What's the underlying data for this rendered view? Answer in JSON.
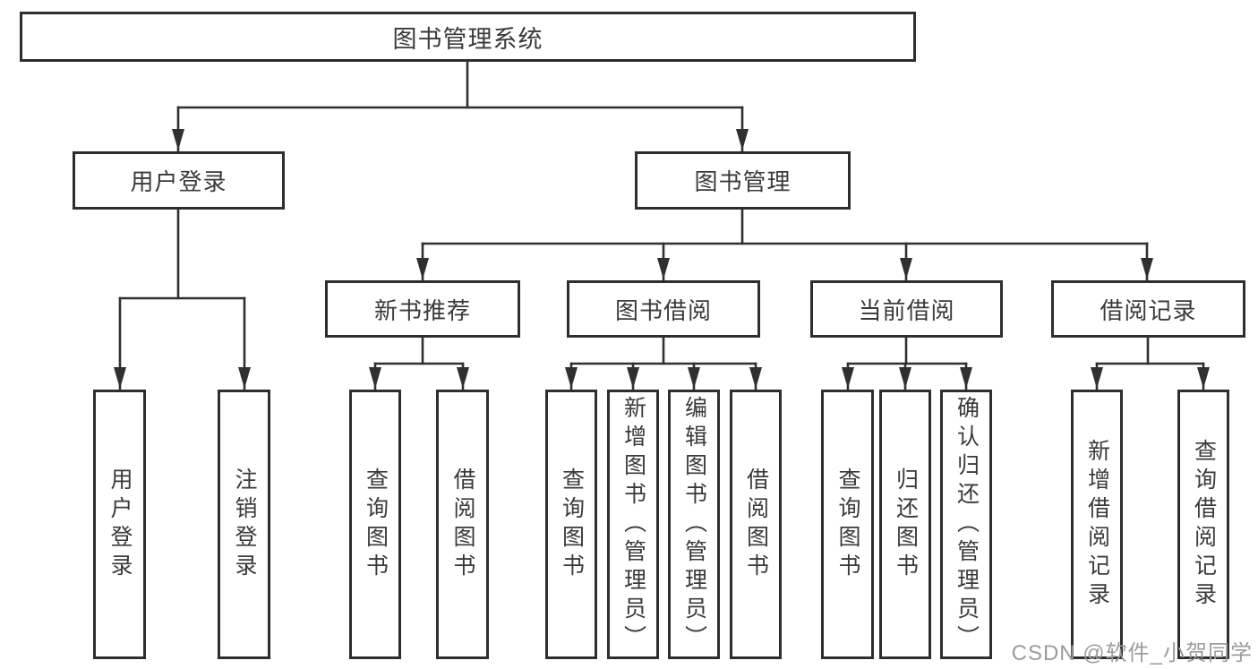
{
  "tree": {
    "label": "图书管理系统",
    "children": [
      {
        "label": "用户登录",
        "children": [
          {
            "label": "用户登录"
          },
          {
            "label": "注销登录"
          }
        ]
      },
      {
        "label": "图书管理",
        "children": [
          {
            "label": "新书推荐",
            "children": [
              {
                "label": "查询图书"
              },
              {
                "label": "借阅图书"
              }
            ]
          },
          {
            "label": "图书借阅",
            "children": [
              {
                "label": "查询图书"
              },
              {
                "label": "新增图书（管理员）"
              },
              {
                "label": "编辑图书（管理员）"
              },
              {
                "label": "借阅图书"
              }
            ]
          },
          {
            "label": "当前借阅",
            "children": [
              {
                "label": "查询图书"
              },
              {
                "label": "归还图书"
              },
              {
                "label": "确认归还（管理员）"
              }
            ]
          },
          {
            "label": "借阅记录",
            "children": [
              {
                "label": "新增借阅记录"
              },
              {
                "label": "查询借阅记录"
              }
            ]
          }
        ]
      }
    ]
  },
  "watermark": {
    "text": "CSDN @软件_小贺同学"
  },
  "colors": {
    "line": "#303030",
    "box_border": "#2e2e2e",
    "text": "#3a3a3a",
    "watermark": "#9c9c9c",
    "background": "#ffffff"
  }
}
